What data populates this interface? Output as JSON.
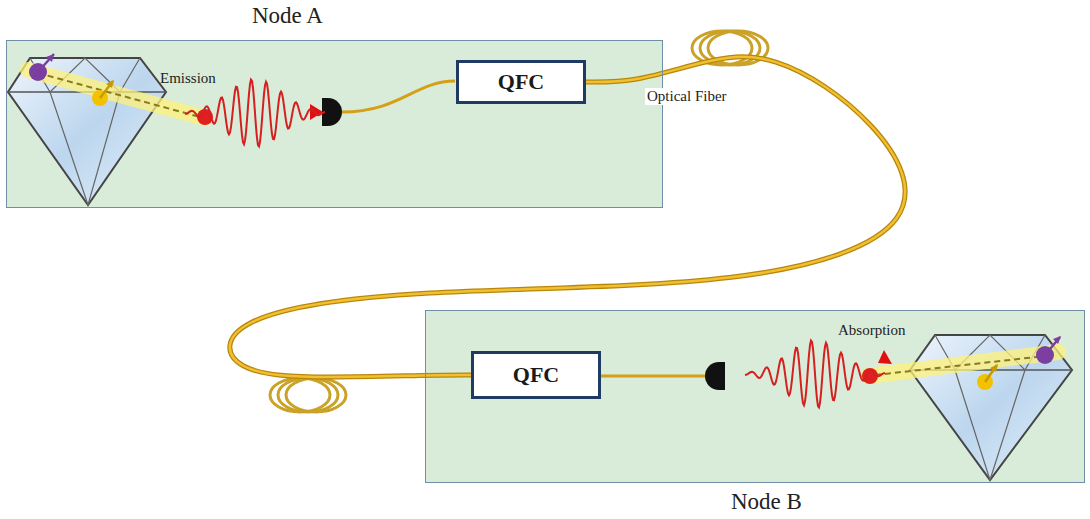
{
  "diagram": {
    "nodes": [
      {
        "text": [
          "Node A"
        ]
      },
      {
        "text": [
          "QFC"
        ],
        "in": 0
      },
      {
        "text": [
          "Node B"
        ]
      },
      {
        "text": [
          "QFC"
        ],
        "in": 2
      }
    ],
    "edges": [
      {
        "from": 1,
        "to": 3,
        "arrow": "none",
        "label": "Optical Fiber"
      }
    ],
    "labels": [
      "Emission",
      "Absorption"
    ]
  }
}
